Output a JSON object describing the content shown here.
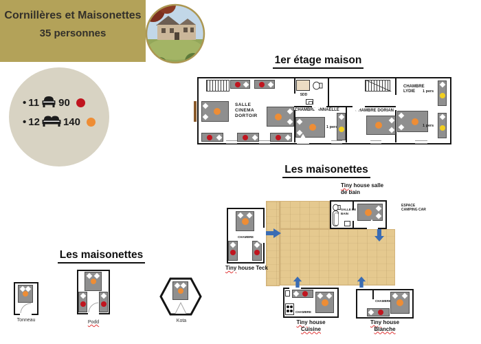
{
  "colors": {
    "header_bg": "#b3a259",
    "legend_bg": "#d8d3c3",
    "red": "#c0151f",
    "orange": "#ee8d35",
    "yellow": "#f2cf1f",
    "deck": "#e5c98f",
    "arrow": "#3a6cb3",
    "wall": "#141414",
    "squiggle": "#e03131"
  },
  "header": {
    "title": "Cornillères et Maisonettes",
    "subtitle": "35 personnes"
  },
  "legend": {
    "items": [
      {
        "bullet": "•",
        "count": "11",
        "bed_icon": "single-bed-icon",
        "size": "90",
        "dot": "red"
      },
      {
        "bullet": "•",
        "count": "12",
        "bed_icon": "double-bed-icon",
        "size": "140",
        "dot": "orange"
      }
    ]
  },
  "floor": {
    "title": "1er étage  maison",
    "one_pers": "1 pers",
    "rooms": {
      "salle_cinema": {
        "lines": [
          "SALLE",
          "CINEMA",
          "DORTOIR"
        ],
        "beds": {
          "double_140": 2,
          "single_90": 5
        }
      },
      "sdd": {
        "label": "SDD"
      },
      "annaelle": {
        "label": "CHAMBRE ANNAELLE",
        "beds": {
          "double_140": 1,
          "one_pers": 1
        }
      },
      "dorian": {
        "label": "CHAMBRE DORIAN",
        "beds": {
          "double_140": 1
        }
      },
      "lydie": {
        "lines": [
          "CHAMBRE",
          "LYDIE"
        ],
        "beds": {
          "double_140": 1,
          "one_pers": 2
        }
      }
    }
  },
  "site": {
    "title": "Les maisonettes",
    "chambre": "CHAMBRE",
    "espace": [
      "ESPACE",
      "CAMPING CAR"
    ],
    "houses": {
      "teck": {
        "first": "Tiny",
        "rest": " house Teck",
        "beds": {
          "double_140": 1,
          "single_90": 2
        }
      },
      "salle_de_bain": {
        "first": "Tiny",
        "rest": " house salle",
        "line2": "de bain",
        "room": [
          "SALLE DE",
          "BAIN"
        ],
        "beds": {
          "double_140": 1
        }
      },
      "cuisine": {
        "first": "Tiny",
        "rest": " house",
        "line2": "Cuisine",
        "beds": {
          "double_140": 1,
          "single_90": 1
        }
      },
      "blanche": {
        "first": "Tiny",
        "rest": " house",
        "line2": "Blanche",
        "beds": {
          "double_140": 1,
          "single_90": 1
        }
      }
    }
  },
  "left_section": {
    "title": "Les maisonettes",
    "units": [
      {
        "name": "Tonneau",
        "beds": {
          "double_140": 1
        }
      },
      {
        "name": "Podd",
        "beds": {
          "double_140": 1,
          "single_90": 2
        }
      },
      {
        "name": "Kota",
        "beds": {
          "double_140": 1
        }
      }
    ]
  }
}
